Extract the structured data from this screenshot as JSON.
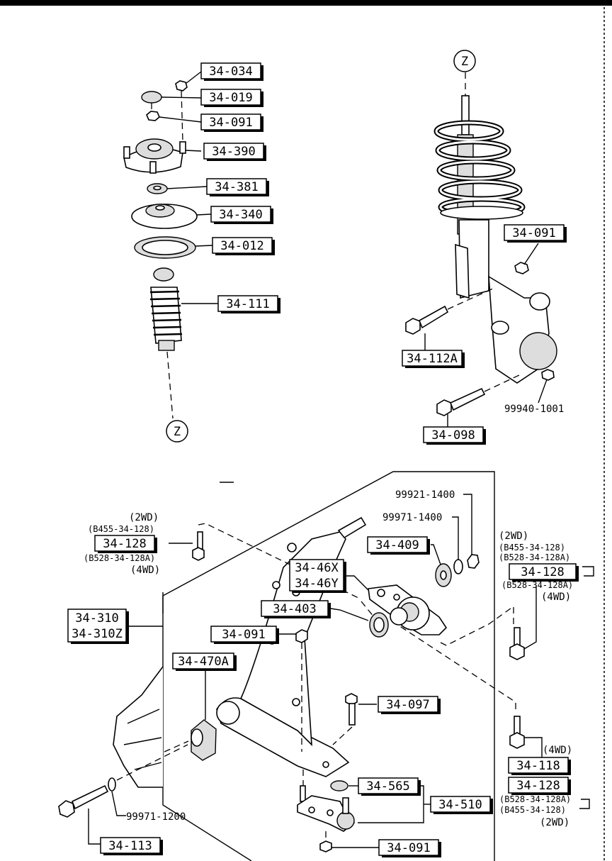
{
  "markers": {
    "z_top": "Z",
    "z_bottom": "Z"
  },
  "parts": {
    "p34_034": "34-034",
    "p34_019": "34-019",
    "p34_091_a": "34-091",
    "p34_390": "34-390",
    "p34_381": "34-381",
    "p34_340": "34-340",
    "p34_012": "34-012",
    "p34_111": "34-111",
    "p34_091_b": "34-091",
    "p34_112a": "34-112A",
    "p34_098": "34-098",
    "p99940_1001": "99940-1001",
    "p99921_1400": "99921-1400",
    "p99971_1400": "99971-1400",
    "p34_409": "34-409",
    "p34_46x": "34-46X",
    "p34_46y": "34-46Y",
    "p34_403": "34-403",
    "p34_128_left": "34-128",
    "p34_128_right": "34-128",
    "p34_128_bottom": "34-128",
    "p34_310": "34-310",
    "p34_310z": "34-310Z",
    "p34_091_c": "34-091",
    "p34_470a": "34-470A",
    "p34_097": "34-097",
    "p34_118": "34-118",
    "p34_565": "34-565",
    "p34_510": "34-510",
    "p99971_1200": "99971-1200",
    "p34_113": "34-113",
    "p34_091_d": "34-091"
  },
  "notes": {
    "left_2wd": "(2WD)",
    "left_b455": "(B455-34-128)",
    "left_b528": "(B528-34-128A)",
    "left_4wd": "(4WD)",
    "right_2wd": "(2WD)",
    "right_b455": "(B455-34-128)",
    "right_b528a": "(B528-34-128A)",
    "right_b528b": "(B528-34-128A)",
    "right_4wd": "(4WD)",
    "bot_4wd": "(4WD)",
    "bot_b528": "(B528-34-128A)",
    "bot_b455": "(B455-34-128)",
    "bot_2wd": "(2WD)"
  }
}
